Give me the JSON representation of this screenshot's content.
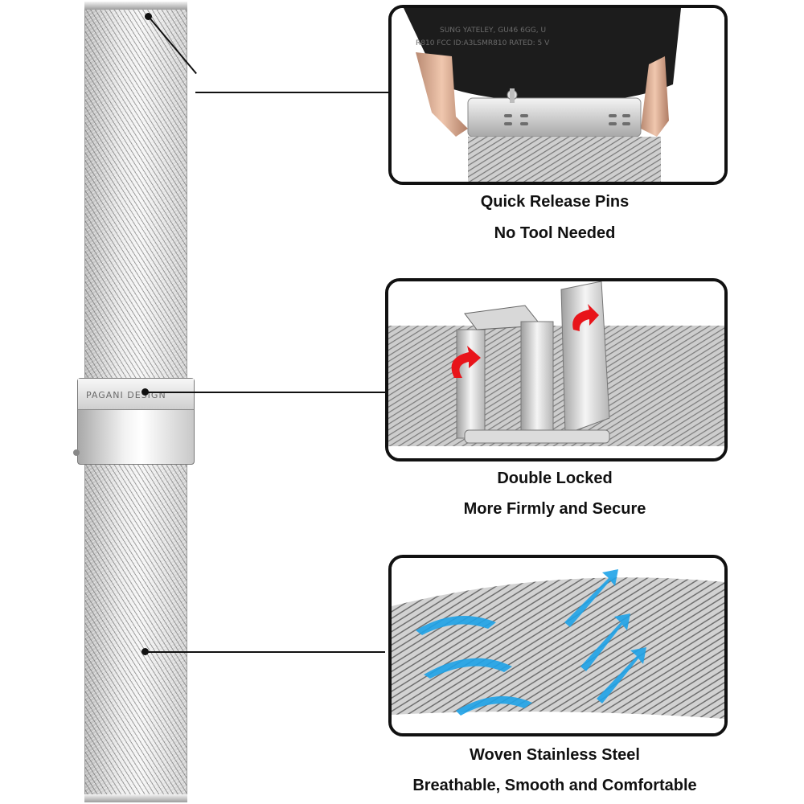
{
  "strap": {
    "brand_text": "PAGANI DESIGN"
  },
  "panels": [
    {
      "caption_line1": "Quick Release Pins",
      "caption_line2": "No Tool Needed",
      "engraving": [
        "SUNG YATELEY, GU46 6GG, U",
        "R810 FCC ID:A3LSMR810 RATED: 5 V"
      ]
    },
    {
      "caption_line1": "Double Locked",
      "caption_line2": "More Firmly and Secure"
    },
    {
      "caption_line1": "Woven Stainless Steel",
      "caption_line2": "Breathable, Smooth and Comfortable"
    }
  ],
  "colors": {
    "outline": "#111111",
    "steel": "#cfcfcf",
    "rose_gold": "#d9a88c",
    "lock_arrow": "#e8141a",
    "air_arrow": "#1fa3e8"
  },
  "icons": [
    "curved-red-arrow-icon",
    "blue-airflow-arrow-icon"
  ]
}
